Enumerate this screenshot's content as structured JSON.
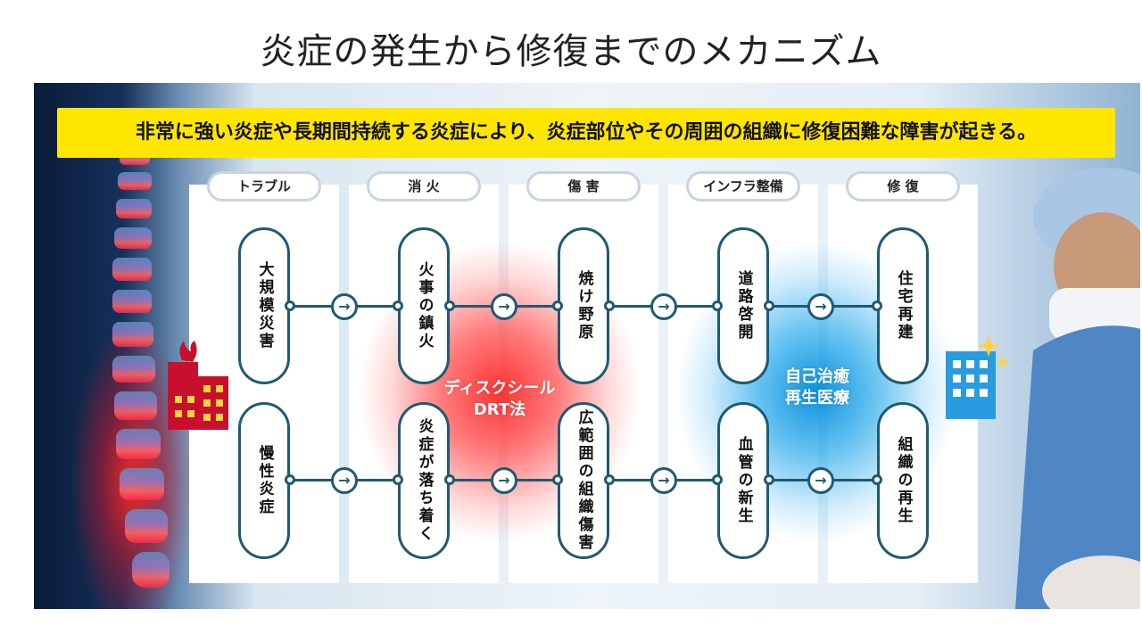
{
  "title": "炎症の発生から修復までのメカニズム",
  "banner": "非常に強い炎症や長期間持続する炎症により、炎症部位やその周囲の組織に修復困難な障害が起きる。",
  "columns": [
    {
      "header": "トラブル",
      "top": "大規模災害",
      "bottom": "慢性炎症"
    },
    {
      "header": "消 火",
      "top": "火事の鎮火",
      "bottom": "炎症が落ち着く"
    },
    {
      "header": "傷 害",
      "top": "焼け野原",
      "bottom": "広範囲の組織傷害"
    },
    {
      "header": "インフラ整備",
      "top": "道路啓開",
      "bottom": "血管の新生"
    },
    {
      "header": "修 復",
      "top": "住宅再建",
      "bottom": "組織の再生"
    }
  ],
  "glow_labels": {
    "red": [
      "ディスクシール",
      "DRT法"
    ],
    "blue": [
      "自己治癒",
      "再生医療"
    ]
  },
  "arrow_glyph": "→",
  "icons": {
    "left": "burning-building-icon",
    "right": "sparkling-building-icon"
  },
  "colors": {
    "accent": "#1f5a73",
    "banner": "#ffe600",
    "fire": "#ff2a2a",
    "heal": "#0a8fd8",
    "building_fire": "#c8102e",
    "building_new": "#2a9be0"
  }
}
